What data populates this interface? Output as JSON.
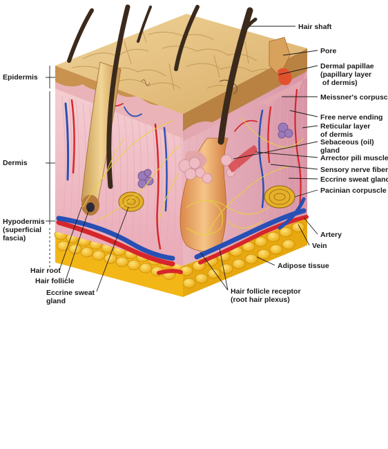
{
  "labels": {
    "hair_shaft": "Hair shaft",
    "pore": "Pore",
    "dermal_papillae": "Dermal papillae\n(papillary layer\n of dermis)",
    "meissners": "Meissner's corpuscle",
    "free_nerve": "Free nerve ending",
    "reticular": "Reticular layer\nof dermis",
    "sebaceous": "Sebaceous (oil)\ngland",
    "arrector": "Arrector pili muscle",
    "sensory_nerve": "Sensory nerve fiber",
    "eccrine_right": "Eccrine sweat gland",
    "pacinian": "Pacinian corpuscle",
    "artery": "Artery",
    "vein": "Vein",
    "adipose": "Adipose tissue",
    "hair_follicle_receptor": "Hair follicle receptor\n(root hair plexus)",
    "epidermis": "Epidermis",
    "dermis": "Dermis",
    "hypodermis": "Hypodermis\n(superficial\nfascia)",
    "hair_root": "Hair root",
    "hair_follicle": "Hair follicle",
    "eccrine_left": "Eccrine sweat\ngland"
  },
  "colors": {
    "epidermis_top": "#e8c98c",
    "epidermis_side": "#d7a35f",
    "dermis": "#f1c7c9",
    "adipose": "#f5c21b",
    "artery": "#d6262b",
    "vein": "#2750b5",
    "nerve": "#e6d23a",
    "hair": "#3b2a1c"
  }
}
